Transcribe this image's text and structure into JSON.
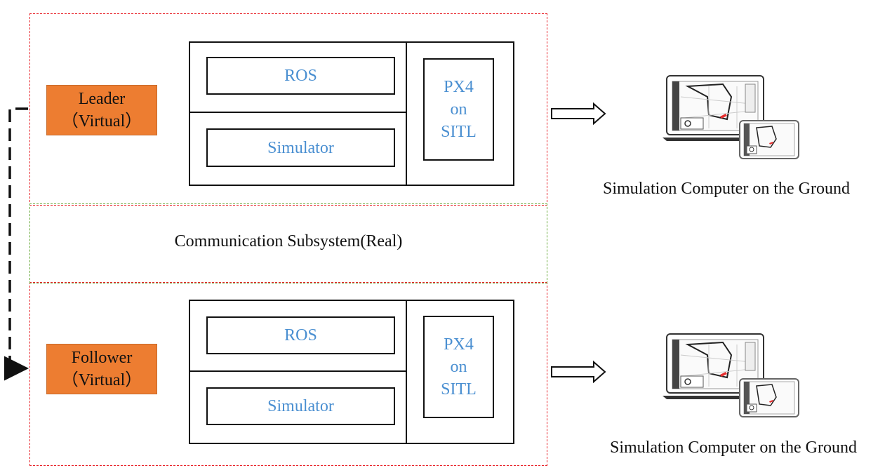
{
  "top_group": {
    "agent_label": "Leader",
    "agent_sub": "（Virtual）",
    "ros": "ROS",
    "simulator": "Simulator",
    "px4": [
      "PX4",
      "on",
      "SITL"
    ],
    "ground_caption": "Simulation Computer on the Ground"
  },
  "middle": {
    "label": "Communication Subsystem(Real)"
  },
  "bottom_group": {
    "agent_label": "Follower",
    "agent_sub": "（Virtual）",
    "ros": "ROS",
    "simulator": "Simulator",
    "px4": [
      "PX4",
      "on",
      "SITL"
    ],
    "ground_caption": "Simulation Computer on the Ground"
  },
  "colors": {
    "accent_orange": "#ed7d31",
    "text_blue": "#4a8fd1",
    "dash_red": "#e8232a",
    "dash_green": "#6aaa3c"
  }
}
